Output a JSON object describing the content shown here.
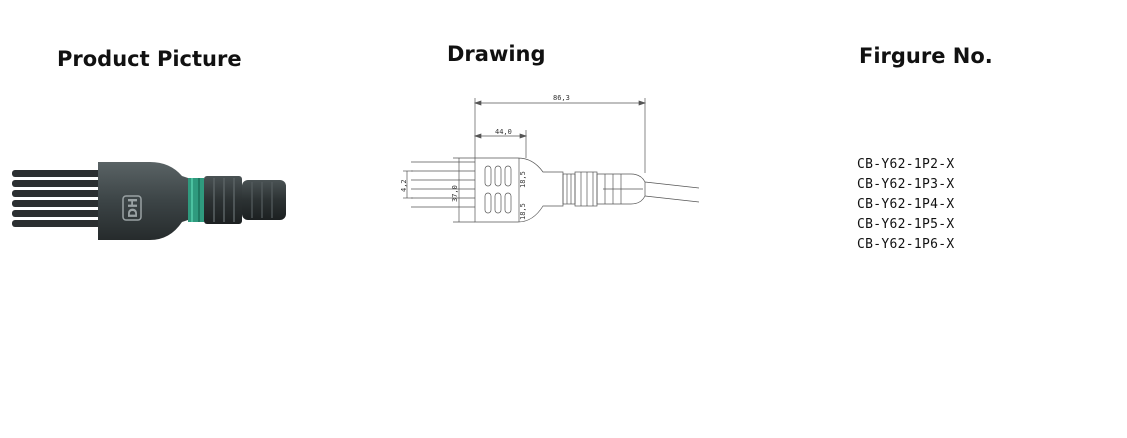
{
  "headings": {
    "product_picture": "Product Picture",
    "drawing": "Drawing",
    "figure_no": "Firgure No."
  },
  "product": {
    "logo_text": "DH",
    "colors": {
      "body": "#3c4446",
      "ring": "#2f9a7e",
      "cable": "#2b2f31"
    }
  },
  "drawing": {
    "dimensions": {
      "overall_length": "86,3",
      "body_length": "44,0",
      "width_half_top": "18,5",
      "width_half_bottom": "18,5",
      "body_width": "37,0",
      "cable_pitch": "4,2"
    }
  },
  "figure_numbers": [
    "CB-Y62-1P2-X",
    "CB-Y62-1P3-X",
    "CB-Y62-1P4-X",
    "CB-Y62-1P5-X",
    "CB-Y62-1P6-X"
  ]
}
